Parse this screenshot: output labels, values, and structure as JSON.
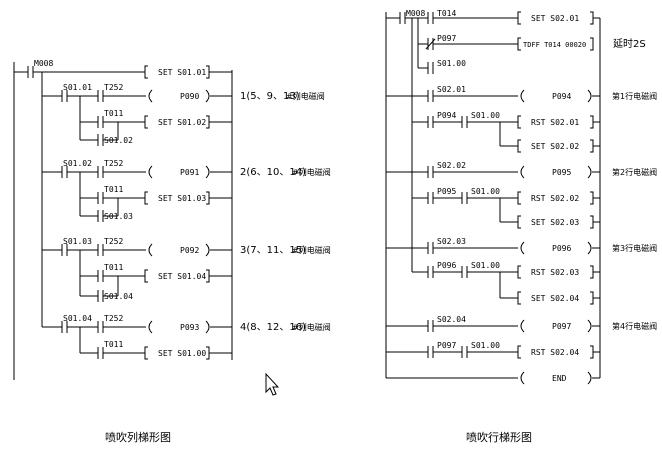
{
  "left_ladder": {
    "caption": "喷吹列梯形图",
    "contacts": {
      "m008": "M008",
      "s0101": "S01.01",
      "t252_1": "T252",
      "t011_1": "T011",
      "s0102_self": "S01.02",
      "s0102": "S01.02",
      "t252_2": "T252",
      "t011_2": "T011",
      "s0103_self": "S01.03",
      "s0103": "S01.03",
      "t252_3": "T252",
      "t011_3": "T011",
      "s0104_self": "S01.04",
      "s0104": "S01.04",
      "t252_4": "T252",
      "t011_4": "T011"
    },
    "coils": {
      "set_s0101": "SET  S01.01",
      "p090": "P090",
      "set_s0102": "SET  S01.02",
      "p091": "P091",
      "set_s0103": "SET  S01.03",
      "p092": "P092",
      "set_s0104": "SET  S01.04",
      "p093": "P093",
      "set_s0100": "SET  S01.00"
    },
    "notes": {
      "n1_num": "1(5、9、13)",
      "n1_text": "#列电磁阀",
      "n2_num": "2(6、10、14)",
      "n2_text": "#列电磁阀",
      "n3_num": "3(7、11、15)",
      "n3_text": "#列电磁阀",
      "n4_num": "4(8、12、16)",
      "n4_text": "#列电磁阀"
    }
  },
  "right_ladder": {
    "caption": "喷吹行梯形图",
    "contacts": {
      "m008": "M008",
      "t014": "T014",
      "p097_nc": "P097",
      "s0100_self": "S01.00",
      "s0201": "S02.01",
      "p094": "P094",
      "s0100_a": "S01.00",
      "s0202": "S02.02",
      "p095": "P095",
      "s0100_b": "S01.00",
      "s0203": "S02.03",
      "p096": "P096",
      "s0100_c": "S01.00",
      "s0204": "S02.04",
      "p097": "P097",
      "s0100_d": "S01.00"
    },
    "coils": {
      "set_s0201": "SET  S02.01",
      "tdff": "TDFF T014 00020",
      "p094": "P094",
      "rst_s0201": "RST  S02.01",
      "set_s0202": "SET  S02.02",
      "p095": "P095",
      "rst_s0202": "RST  S02.02",
      "set_s0203": "SET  S02.03",
      "p096": "P096",
      "rst_s0203": "RST  S02.03",
      "set_s0204": "SET  S02.04",
      "p097": "P097",
      "rst_s0204": "RST  S02.04",
      "end": "END"
    },
    "notes": {
      "delay": "延时2S",
      "row1": "第1行电磁阀",
      "row2": "第2行电磁阀",
      "row3": "第3行电磁阀",
      "row4": "第4行电磁阀"
    }
  }
}
